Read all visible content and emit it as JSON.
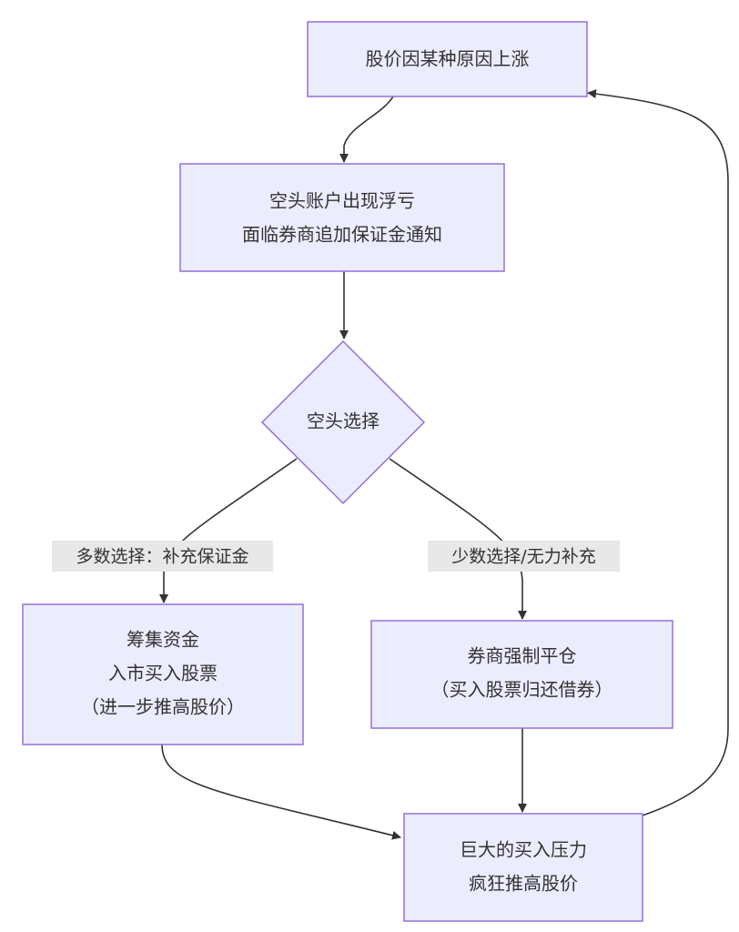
{
  "diagram": {
    "nodes": {
      "rise": {
        "lines": [
          "股价因某种原因上涨"
        ]
      },
      "margin_call": {
        "lines": [
          "空头账户出现浮亏",
          "面临券商追加保证金通知"
        ]
      },
      "choice": {
        "lines": [
          "空头选择"
        ]
      },
      "raise_funds": {
        "lines": [
          "筹集资金",
          "入市买入股票",
          "（进一步推高股价）"
        ]
      },
      "forced_close": {
        "lines": [
          "券商强制平仓",
          "（买入股票归还借券）"
        ]
      },
      "pressure": {
        "lines": [
          "巨大的买入压力",
          "疯狂推高股价"
        ]
      }
    },
    "edges": {
      "left_label": "多数选择：补充保证金",
      "right_label": "少数选择/无力补充"
    }
  }
}
